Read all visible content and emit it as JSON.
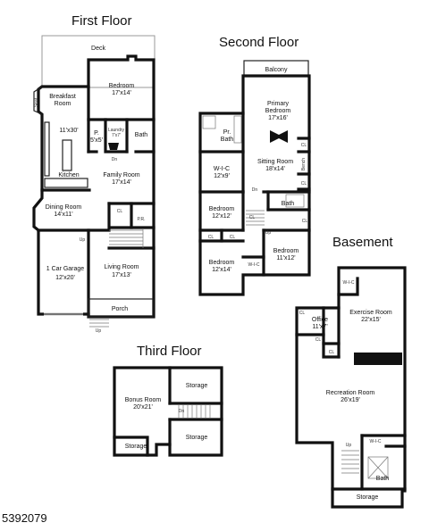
{
  "floors": {
    "first": {
      "title": "First Floor",
      "rooms": {
        "deck": "Deck",
        "bedroom": "Bedroom",
        "bedroom_dim": "17'x14'",
        "breakfast": "Breakfast",
        "breakfast_room": "Room",
        "seat": "Seat",
        "kitchen_dim": "11'x30'",
        "laundry": "Laundry",
        "laundry_dim": "7'x7'",
        "pantry": "P.",
        "pantry_dim": "5'x5'",
        "bath": "Bath",
        "kitchen": "Kitchen",
        "family": "Family Room",
        "family_dim": "17'x14'",
        "dining": "Dining Room",
        "dining_dim": "14'x11'",
        "cl": "CL",
        "pr": "P.R.",
        "garage": "1 Car Garage",
        "garage_dim": "12'x20'",
        "living": "Living Room",
        "living_dim": "17'x13'",
        "porch": "Porch",
        "up": "Up",
        "dn": "Dn"
      }
    },
    "second": {
      "title": "Second Floor",
      "rooms": {
        "balcony": "Balcony",
        "primary": "Primary",
        "primary_bed": "Bedroom",
        "primary_dim": "17'x16'",
        "prbath": "Pr.",
        "prbath_bath": "Bath",
        "wic": "W-I-C",
        "wic_dim": "12'x9'",
        "sitting": "Sitting Room",
        "sitting_dim": "18'x14'",
        "bench": "Bench",
        "cl": "CL",
        "bedroom": "Bedroom",
        "bed_a_dim": "12'x12'",
        "bath": "Bath",
        "bed_b_dim": "11'x12'",
        "bed_c_dim": "12'x14'",
        "wic2": "W-I-C",
        "dn": "Dn",
        "up": "Up"
      }
    },
    "third": {
      "title": "Third Floor",
      "rooms": {
        "bonus": "Bonus Room",
        "bonus_dim": "20'x21'",
        "storage": "Storage",
        "dn": "Dn"
      }
    },
    "basement": {
      "title": "Basement",
      "rooms": {
        "wic": "W-I-C",
        "exercise": "Exercise Room",
        "exercise_dim": "22'x15'",
        "office": "Office",
        "office_dim": "11'x7'",
        "cl": "CL",
        "recreation": "Recreation Room",
        "recreation_dim": "26'x19'",
        "bath": "Bath",
        "storage": "Storage",
        "up": "Up"
      }
    }
  },
  "listing_id": "5392079"
}
